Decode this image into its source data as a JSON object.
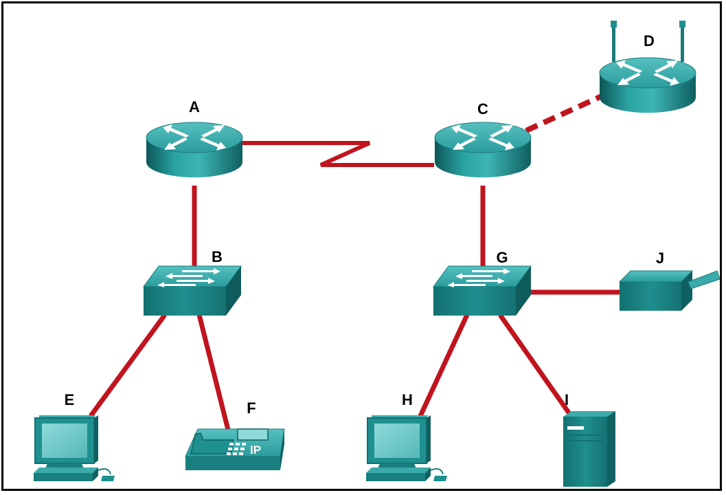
{
  "diagram": {
    "title": "",
    "colors": {
      "link": "#c0141e",
      "device_teal": "#1f8f8f",
      "device_dark": "#0f6161",
      "device_light": "#5cc1c1",
      "frame": "#000000"
    },
    "devices": [
      {
        "id": "A",
        "label": "A",
        "kind": "router",
        "icon": "router-icon"
      },
      {
        "id": "B",
        "label": "B",
        "kind": "switch",
        "icon": "switch-icon"
      },
      {
        "id": "C",
        "label": "C",
        "kind": "router",
        "icon": "router-icon"
      },
      {
        "id": "D",
        "label": "D",
        "kind": "wireless-router",
        "icon": "wireless-router-icon"
      },
      {
        "id": "E",
        "label": "E",
        "kind": "pc",
        "icon": "pc-icon"
      },
      {
        "id": "F",
        "label": "F",
        "kind": "ip-phone",
        "icon": "ip-phone-icon",
        "badge": "IP"
      },
      {
        "id": "G",
        "label": "G",
        "kind": "switch",
        "icon": "switch-icon"
      },
      {
        "id": "H",
        "label": "H",
        "kind": "pc",
        "icon": "pc-icon"
      },
      {
        "id": "I",
        "label": "I",
        "kind": "server",
        "icon": "server-icon"
      },
      {
        "id": "J",
        "label": "J",
        "kind": "printer",
        "icon": "printer-icon"
      }
    ],
    "links": [
      {
        "from": "A",
        "to": "C",
        "type": "serial"
      },
      {
        "from": "C",
        "to": "D",
        "type": "wireless"
      },
      {
        "from": "A",
        "to": "B",
        "type": "ethernet"
      },
      {
        "from": "B",
        "to": "E",
        "type": "ethernet"
      },
      {
        "from": "B",
        "to": "F",
        "type": "ethernet"
      },
      {
        "from": "C",
        "to": "G",
        "type": "ethernet"
      },
      {
        "from": "G",
        "to": "J",
        "type": "ethernet"
      },
      {
        "from": "G",
        "to": "H",
        "type": "ethernet"
      },
      {
        "from": "G",
        "to": "I",
        "type": "ethernet"
      }
    ]
  }
}
